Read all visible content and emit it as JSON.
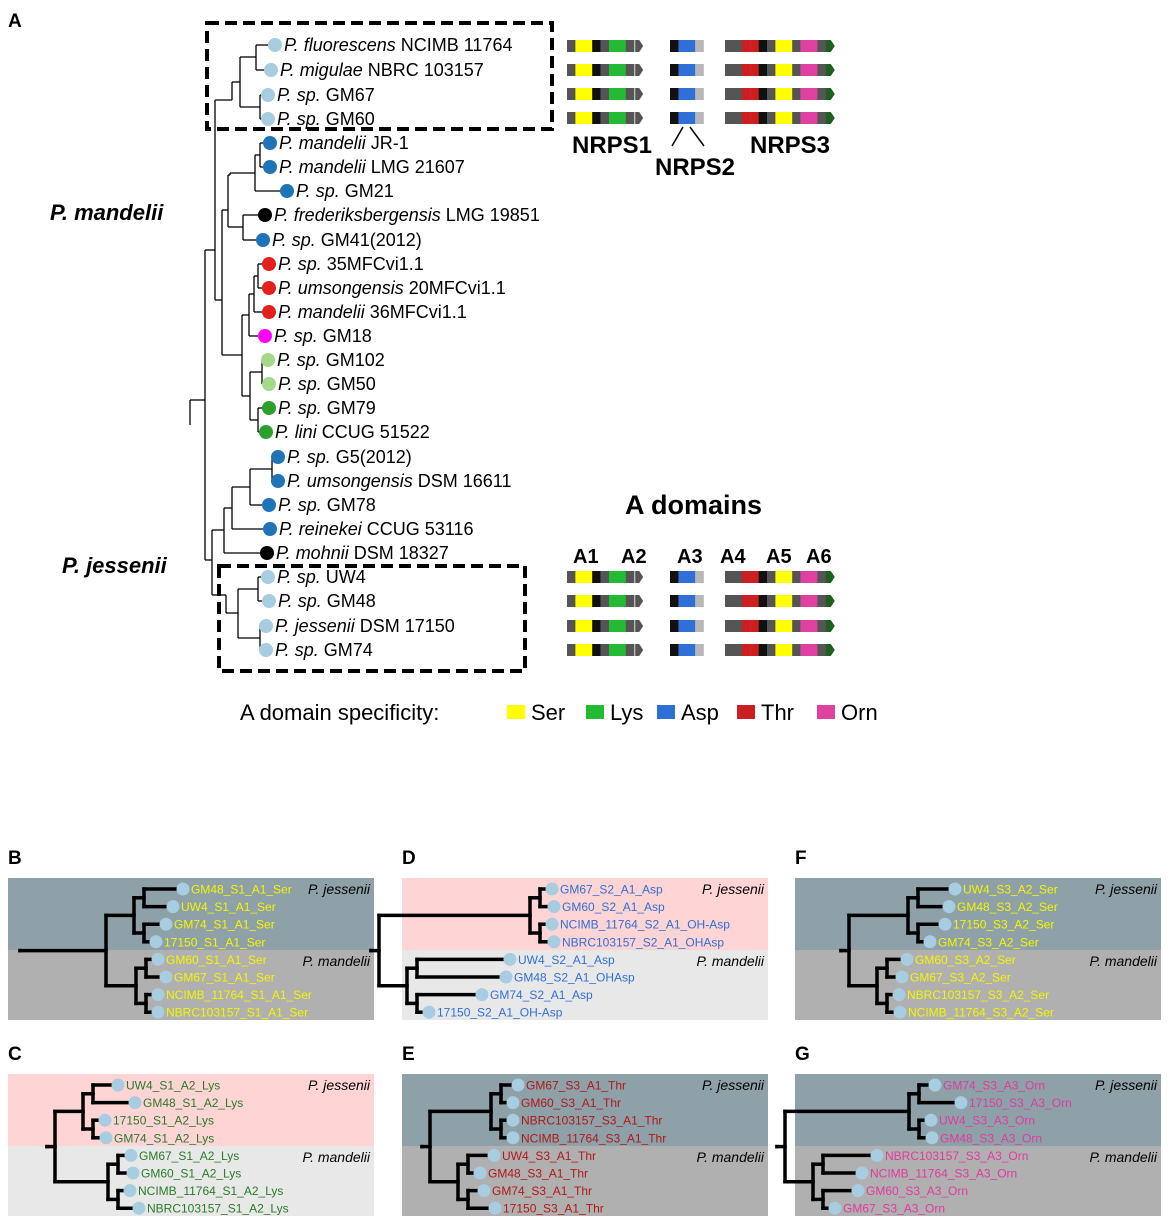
{
  "colors": {
    "Ser": "#ffff00",
    "Lys": "#22bb33",
    "Asp": "#2f6fd6",
    "Thr": "#cc1f1f",
    "Orn": "#e040a0",
    "module_dark": "#555555",
    "module_black": "#111111",
    "module_light": "#b8b8b8",
    "module_end": "#1f5f1f",
    "dot_lightblue": "#a8cce0",
    "dot_blue": "#1f73b7",
    "dot_black": "#000000",
    "dot_red": "#e3201b",
    "dot_magenta": "#ff00ff",
    "dot_lightgreen": "#a5d98a",
    "dot_green": "#2ca02c",
    "bg_grayblue": "#8ea1a9",
    "bg_gray": "#b0b0b0",
    "bg_pink": "#ffd4d4",
    "bg_lightgray": "#e8e8e8",
    "txt_yellow": "#f5f500",
    "txt_blue": "#2f6fd6",
    "txt_green": "#2a7a2a",
    "txt_red": "#b01818",
    "txt_pink": "#e03aa0"
  },
  "panelA": {
    "letter": "A",
    "clade_labels": {
      "mandelii": "P. mandelii",
      "jessenii": "P. jessenii"
    },
    "taxa": [
      {
        "genus": "P.",
        "species": "fluorescens",
        "strain": "NCIMB 11764",
        "dot": "dot_lightblue"
      },
      {
        "genus": "P.",
        "species": "migulae",
        "strain": "NBRC 103157",
        "dot": "dot_lightblue"
      },
      {
        "genus": "P.",
        "species": "sp.",
        "strain": "GM67",
        "dot": "dot_lightblue"
      },
      {
        "genus": "P.",
        "species": "sp.",
        "strain": "GM60",
        "dot": "dot_lightblue"
      },
      {
        "genus": "P.",
        "species": "mandelii",
        "strain": "JR-1",
        "dot": "dot_blue"
      },
      {
        "genus": "P.",
        "species": "mandelii",
        "strain": "LMG 21607",
        "dot": "dot_blue"
      },
      {
        "genus": "P.",
        "species": "sp.",
        "strain": "GM21",
        "dot": "dot_blue"
      },
      {
        "genus": "P.",
        "species": "frederiksbergensis",
        "strain": "LMG 19851",
        "dot": "dot_black"
      },
      {
        "genus": "P.",
        "species": "sp.",
        "strain": "GM41(2012)",
        "dot": "dot_blue"
      },
      {
        "genus": "P.",
        "species": "sp.",
        "strain": "35MFCvi1.1",
        "dot": "dot_red"
      },
      {
        "genus": "P.",
        "species": "umsongensis",
        "strain": "20MFCvi1.1",
        "dot": "dot_red"
      },
      {
        "genus": "P.",
        "species": "mandelii",
        "strain": "36MFCvi1.1",
        "dot": "dot_red"
      },
      {
        "genus": "P.",
        "species": "sp.",
        "strain": "GM18",
        "dot": "dot_magenta"
      },
      {
        "genus": "P.",
        "species": "sp.",
        "strain": "GM102",
        "dot": "dot_lightgreen"
      },
      {
        "genus": "P.",
        "species": "sp.",
        "strain": "GM50",
        "dot": "dot_lightgreen"
      },
      {
        "genus": "P.",
        "species": "sp.",
        "strain": "GM79",
        "dot": "dot_green"
      },
      {
        "genus": "P.",
        "species": "lini",
        "strain": "CCUG 51522",
        "dot": "dot_green"
      },
      {
        "genus": "P.",
        "species": "sp.",
        "strain": "G5(2012)",
        "dot": "dot_blue"
      },
      {
        "genus": "P.",
        "species": "umsongensis",
        "strain": "DSM 16611",
        "dot": "dot_blue"
      },
      {
        "genus": "P.",
        "species": "sp.",
        "strain": "GM78",
        "dot": "dot_blue"
      },
      {
        "genus": "P.",
        "species": "reinekei",
        "strain": "CCUG 53116",
        "dot": "dot_blue"
      },
      {
        "genus": "P.",
        "species": "mohnii",
        "strain": "DSM 18327",
        "dot": "dot_black"
      },
      {
        "genus": "P.",
        "species": "sp.",
        "strain": "UW4",
        "dot": "dot_lightblue"
      },
      {
        "genus": "P.",
        "species": "sp.",
        "strain": "GM48",
        "dot": "dot_lightblue"
      },
      {
        "genus": "P.",
        "species": "jessenii",
        "strain": "DSM 17150",
        "dot": "dot_lightblue"
      },
      {
        "genus": "P.",
        "species": "sp.",
        "strain": "GM74",
        "dot": "dot_lightblue"
      }
    ],
    "nrps_labels": [
      "NRPS1",
      "NRPS2",
      "NRPS3"
    ],
    "adomains_title": "A domains",
    "adomain_cols": [
      "A1",
      "A2",
      "A3",
      "A4",
      "A5",
      "A6"
    ],
    "legend_title": "A domain specificity:",
    "legend_items": [
      "Ser",
      "Lys",
      "Asp",
      "Thr",
      "Orn"
    ]
  },
  "subpanels": [
    {
      "letter": "B",
      "top_label": "P. jessenii",
      "bottom_label": "P. mandelii",
      "top_bg": "bg_grayblue",
      "bottom_bg": "bg_gray",
      "text_color": "txt_yellow",
      "leaves": [
        "GM48_S1_A1_Ser",
        "UW4_S1_A1_Ser",
        "GM74_S1_A1_Ser",
        "17150_S1_A1_Ser",
        "GM60_S1_A1_Ser",
        "GM67_S1_A1_Ser",
        "NCIMB_11764_S1_A1_Ser",
        "NBRC103157_S1_A1_Ser"
      ]
    },
    {
      "letter": "C",
      "top_label": "P. jessenii",
      "bottom_label": "P. mandelii",
      "top_bg": "bg_pink",
      "bottom_bg": "bg_lightgray",
      "text_color": "txt_green",
      "leaves": [
        "UW4_S1_A2_Lys",
        "GM48_S1_A2_Lys",
        "17150_S1_A2_Lys",
        "GM74_S1_A2_Lys",
        "GM67_S1_A2_Lys",
        "GM60_S1_A2_Lys",
        "NCIMB_11764_S1_A2_Lys",
        "NBRC103157_S1_A2_Lys"
      ]
    },
    {
      "letter": "D",
      "top_label": "P. jessenii",
      "bottom_label": "P. mandelii",
      "top_bg": "bg_pink",
      "bottom_bg": "bg_lightgray",
      "text_color": "txt_blue",
      "leaves": [
        "GM67_S2_A1_Asp",
        "GM60_S2_A1_Asp",
        "NCIMB_11764_S2_A1_OH-Asp",
        "NBRC103157_S2_A1_OHAsp",
        "UW4_S2_A1_Asp",
        "GM48_S2_A1_OHAsp",
        "GM74_S2_A1_Asp",
        "17150_S2_A1_OH-Asp"
      ]
    },
    {
      "letter": "E",
      "top_label": "P. jessenii",
      "bottom_label": "P. mandelii",
      "top_bg": "bg_grayblue",
      "bottom_bg": "bg_gray",
      "text_color": "txt_red",
      "leaves": [
        "GM67_S3_A1_Thr",
        "GM60_S3_A1_Thr",
        "NBRC103157_S3_A1_Thr",
        "NCIMB_11764_S3_A1_Thr",
        "UW4_S3_A1_Thr",
        "GM48_S3_A1_Thr",
        "GM74_S3_A1_Thr",
        "17150_S3_A1_Thr"
      ]
    },
    {
      "letter": "F",
      "top_label": "P. jessenii",
      "bottom_label": "P. mandelii",
      "top_bg": "bg_grayblue",
      "bottom_bg": "bg_gray",
      "text_color": "txt_yellow",
      "leaves": [
        "UW4_S3_A2_Ser",
        "GM48_S3_A2_Ser",
        "17150_S3_A2_Ser",
        "GM74_S3_A2_Ser",
        "GM60_S3_A2_Ser",
        "GM67_S3_A2_Ser",
        "NBRC103157_S3_A2_Ser",
        "NCIMB_11764_S3_A2_Ser"
      ]
    },
    {
      "letter": "G",
      "top_label": "P. jessenii",
      "bottom_label": "P. mandelii",
      "top_bg": "bg_grayblue",
      "bottom_bg": "bg_gray",
      "text_color": "txt_pink",
      "leaves": [
        "GM74_S3_A3_Orn",
        "17150_S3_A3_Orn",
        "UW4_S3_A3_Orn",
        "GM48_S3_A3_Orn",
        "NBRC103157_S3_A3_Orn",
        "NCIMB_11764_S3_A3_Orn",
        "GM60_S3_A3_Orn",
        "GM67_S3_A3_Orn"
      ]
    }
  ]
}
